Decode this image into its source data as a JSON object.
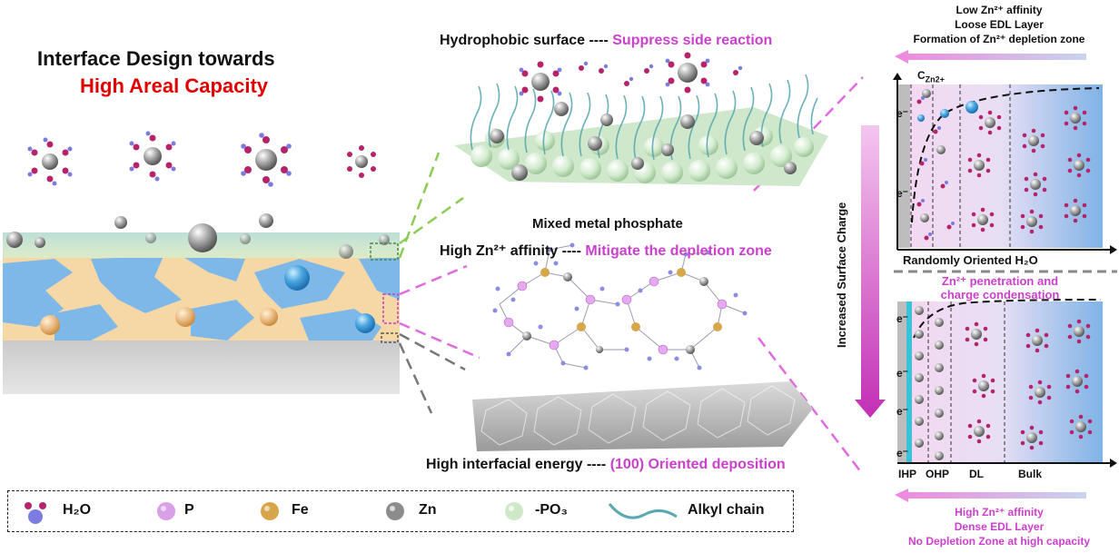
{
  "title": {
    "line1": "Interface Design towards",
    "line2": "High Areal Capacity"
  },
  "middle": {
    "hydrophobic_label": "Hydrophobic surface ----",
    "hydrophobic_effect": "Suppress side reaction",
    "phosphate_title": "Mixed metal phosphate",
    "affinity_label": "High Zn²⁺ affinity ----",
    "affinity_effect": "Mitigate the depletion zone",
    "energy_label": "High interfacial energy ----",
    "energy_effect": "(100) Oriented deposition"
  },
  "right": {
    "top_caption": [
      "Low Zn²⁺ affinity",
      "Loose EDL Layer",
      "Formation of Zn²⁺ depletion zone"
    ],
    "axis_label": "C",
    "axis_sub": "Zn2+",
    "electron": "e⁻",
    "mid_label": "Randomly Oriented H₂O",
    "penetration": [
      "Zn²⁺ penetration and",
      "charge condensation"
    ],
    "vertical_label": "Increased Surface Charge",
    "regions": [
      "IHP",
      "OHP",
      "DL",
      "Bulk"
    ],
    "bottom_caption": [
      "High Zn²⁺ affinity",
      "Dense EDL Layer",
      "No Depletion Zone at high capacity"
    ]
  },
  "legend": [
    {
      "icon": "h2o-icon",
      "label": "H₂O"
    },
    {
      "icon": "phosphorus-icon",
      "label": "P"
    },
    {
      "icon": "iron-icon",
      "label": "Fe"
    },
    {
      "icon": "zinc-icon",
      "label": "Zn"
    },
    {
      "icon": "po3-icon",
      "label": "-PO₃"
    },
    {
      "icon": "alkyl-chain-icon",
      "label": "Alkyl chain"
    }
  ],
  "colors": {
    "magenta": "#cc3fcc",
    "red": "#e00000",
    "zinc": "#8c8c8c",
    "phosphorus": "#d9a0e8",
    "iron": "#d7a64a",
    "po3": "#cfe8c8",
    "water_o": "#b5246b",
    "water_h": "#7b7be0"
  }
}
